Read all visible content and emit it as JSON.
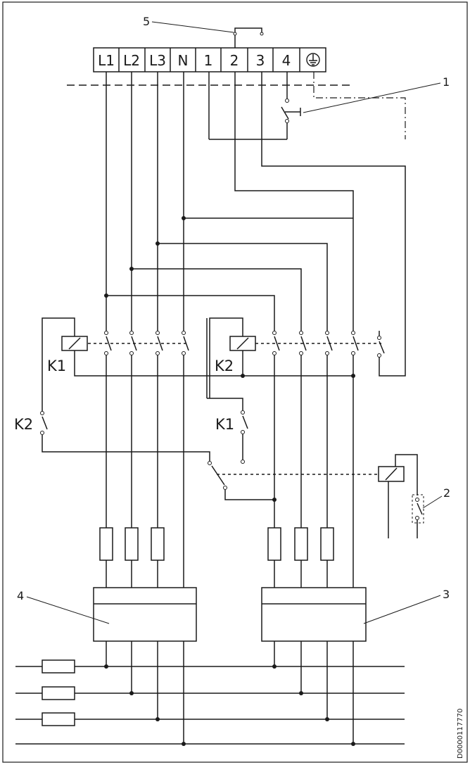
{
  "terminals": [
    "L1",
    "L2",
    "L3",
    "N",
    "1",
    "2",
    "3",
    "4"
  ],
  "labels": {
    "k1_upper": "K1",
    "k2_upper": "K2",
    "k2_lower": "K2",
    "k1_lower": "K1"
  },
  "callouts": {
    "c1": "1",
    "c2": "2",
    "c3": "3",
    "c4": "4",
    "c5": "5"
  },
  "document_number": "D0000117770",
  "icons": {
    "earth": "earth-ground-icon"
  }
}
